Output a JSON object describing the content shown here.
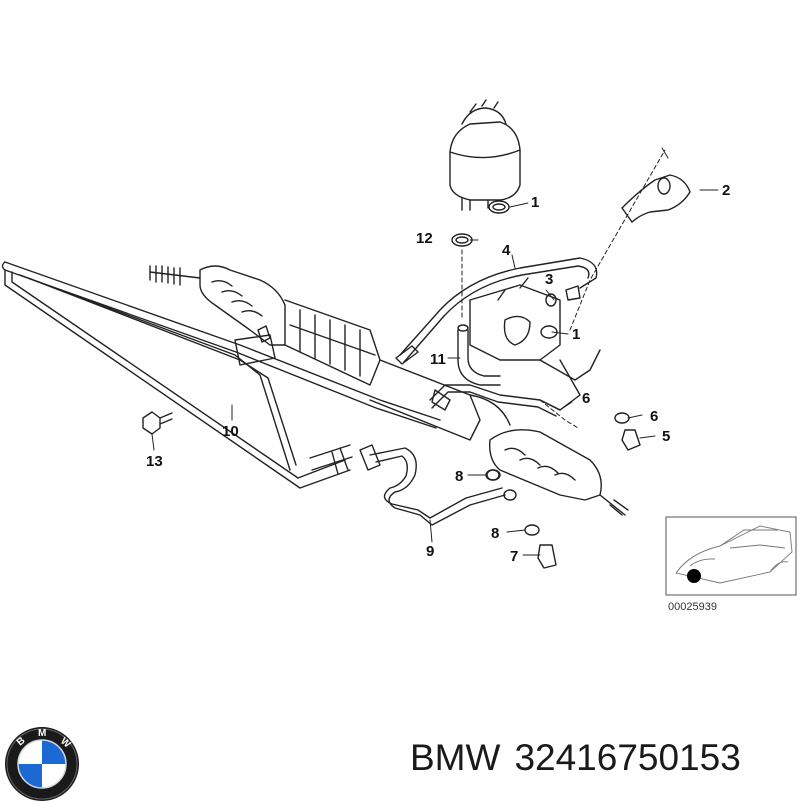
{
  "diagram": {
    "callouts": [
      "1",
      "2",
      "12",
      "4",
      "3",
      "1",
      "11",
      "6",
      "6",
      "5",
      "10",
      "13",
      "8",
      "8",
      "9",
      "7"
    ],
    "inset_code": "00025939"
  },
  "logo": {
    "letters": "BMW",
    "colors": {
      "blue": "#1c69d4",
      "white": "#ffffff",
      "ring": "#111111"
    }
  },
  "footer": {
    "brand": "BMW",
    "part_number": "32416750153"
  }
}
